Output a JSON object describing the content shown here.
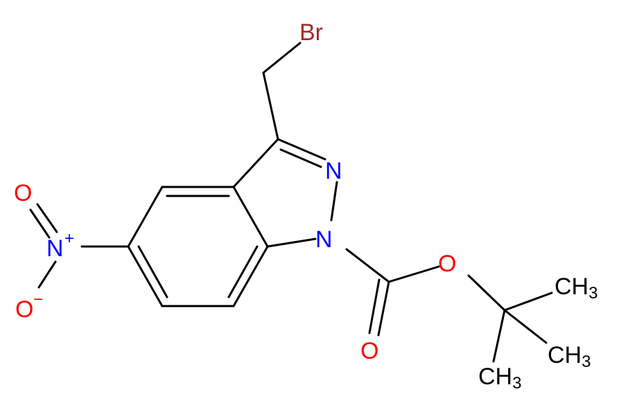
{
  "molecule": {
    "atoms": {
      "br": "Br",
      "n2": "N",
      "n1": "N",
      "n_nitro": "N",
      "nitro_charge": "+",
      "o_nitro_top": "O",
      "o_nitro_bottom": "O",
      "o_nitro_bottom_charge": "−",
      "o_ester": "O",
      "o_carbonyl": "O",
      "ch3_top": {
        "base": "CH",
        "sub": "3"
      },
      "ch3_mid": {
        "base": "CH",
        "sub": "3"
      },
      "ch3_bottom": {
        "base": "CH",
        "sub": "3"
      }
    },
    "colors": {
      "bromine": "#A52A2A",
      "nitrogen": "#0000FF",
      "oxygen": "#FF0000",
      "carbon": "#000000",
      "bond": "#000000"
    }
  }
}
